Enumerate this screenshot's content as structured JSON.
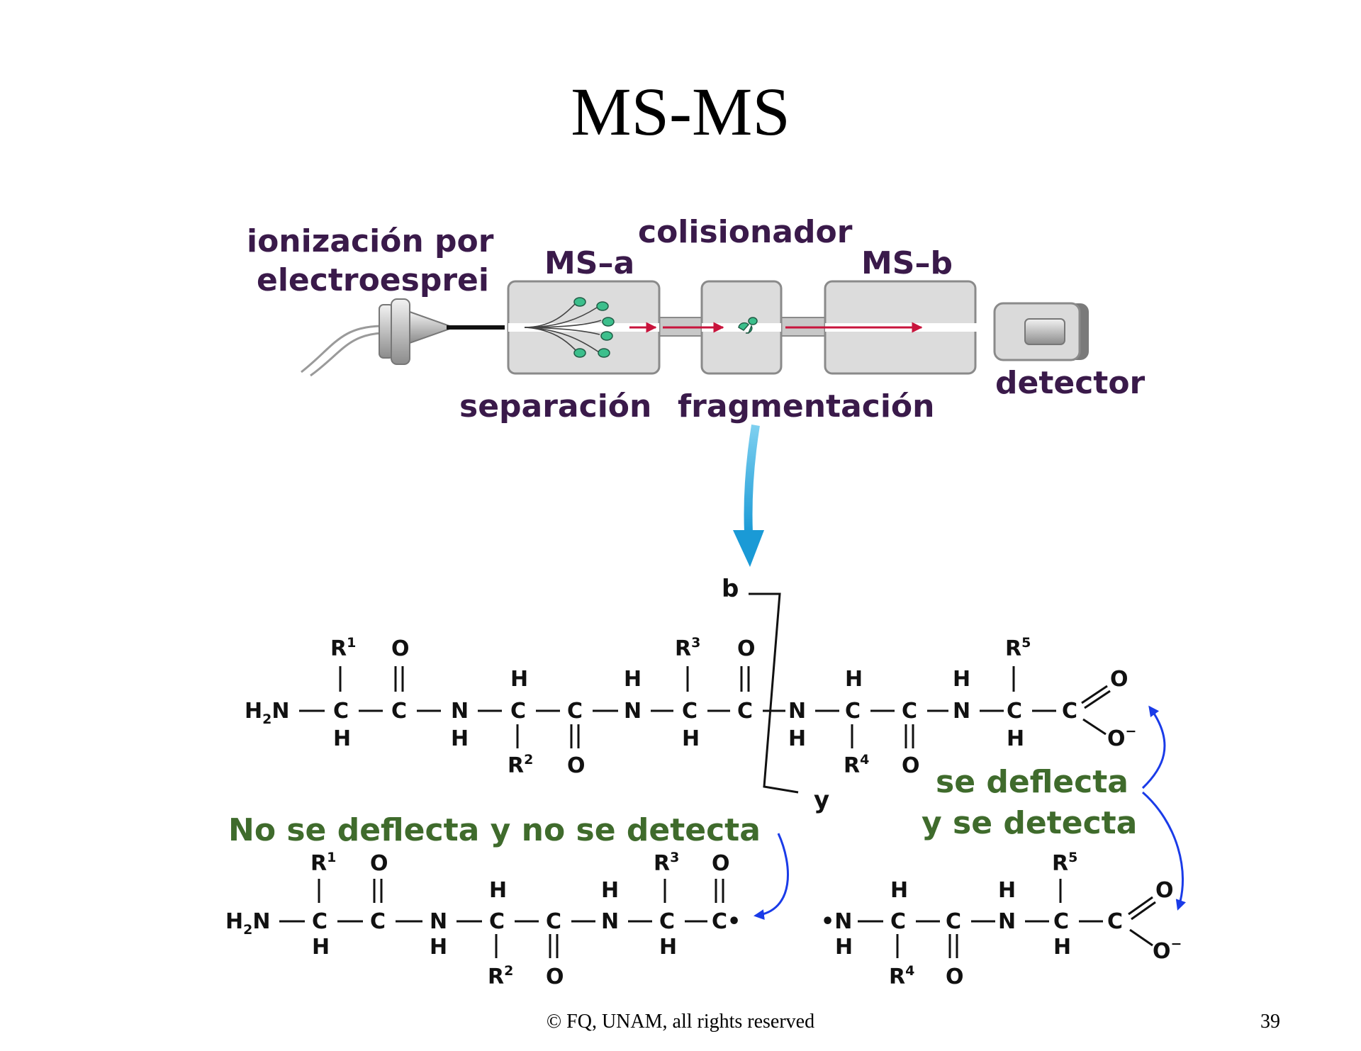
{
  "title": "MS-MS",
  "instrument": {
    "ionization_label_line1": "ionización por",
    "ionization_label_line2": "electroesprei",
    "ms_a": "MS–a",
    "collider": "colisionador",
    "ms_b": "MS–b",
    "separation": "separación",
    "fragmentation": "fragmentación",
    "detector": "detector",
    "colors": {
      "beam": "#c8143c",
      "ion": "#3cbf8c",
      "arrow": "#1a9ad6",
      "label": "#3a1a4a"
    }
  },
  "peptide": {
    "cleavage_b": "b",
    "cleavage_y": "y"
  },
  "annotations": {
    "not_detected": "No se deflecta y no se detecta",
    "detected_line1": "se deflecta",
    "detected_line2": "y se detecta",
    "arrow_color": "#1a3be8",
    "text_color": "#3f6b2c"
  },
  "chem": {
    "H": "H",
    "C": "C",
    "N": "N",
    "O": "O",
    "R": "R",
    "H2N_H": "H",
    "H2N_2": "2",
    "H2N_N": "N",
    "O_minus": "O",
    "minus": "−",
    "radical": "•",
    "r1": "1",
    "r2": "2",
    "r3": "3",
    "r4": "4",
    "r5": "5"
  },
  "footer": {
    "copyright": "© FQ, UNAM, all rights reserved",
    "page_number": "39"
  }
}
